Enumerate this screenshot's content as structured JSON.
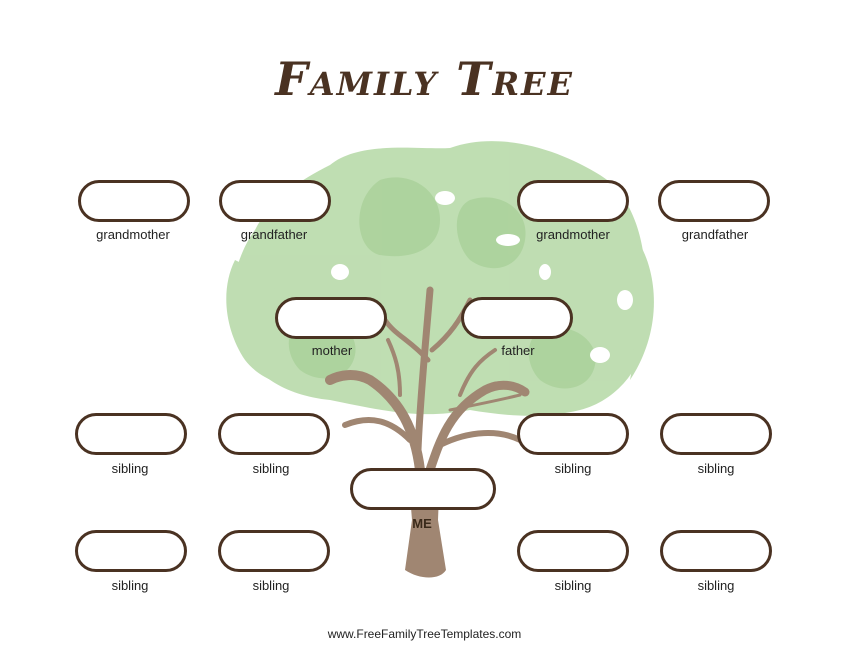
{
  "title": "Family Tree",
  "colors": {
    "brown": "#4a3222",
    "foliage": "#b8d8a8",
    "trunk": "#a08672"
  },
  "grandparents": [
    "grandmother",
    "grandfather",
    "grandmother",
    "grandfather"
  ],
  "parents": [
    "mother",
    "father"
  ],
  "siblings_row1": [
    "sibling",
    "sibling",
    "sibling",
    "sibling"
  ],
  "siblings_row2": [
    "sibling",
    "sibling",
    "sibling",
    "sibling"
  ],
  "me": "ME",
  "footer": "www.FreeFamilyTreeTemplates.com"
}
